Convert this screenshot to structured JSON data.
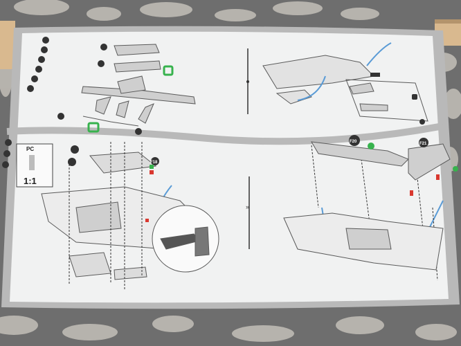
{
  "photo_subject": "model-kit-instruction-sheet-photo",
  "colors": {
    "tablecloth": "#6e6e6e",
    "tablecloth_pattern": "#cfcac2",
    "paper": "#f1f2f2",
    "paper_border": "#b9b9b9",
    "line_art": "#5a5a5a",
    "part_fill": "#cfcfcf",
    "accent_green": "#37b24d",
    "accent_red": "#d9382f",
    "accent_blue": "#5a9bd6",
    "wood": "#d9b98f"
  },
  "top_panel": {
    "left_steps": [],
    "right_steps": []
  },
  "bottom_panel": {
    "left_step": {
      "step_number": "",
      "label_pc": "PC",
      "scale_label": "1:1",
      "part_code_left": "F18"
    },
    "right_step": {
      "part_code_left": "F20",
      "part_code_right": "F21"
    }
  },
  "icons": [
    "arrow-icon",
    "part-number-icon",
    "green-sticker-icon",
    "red-sticker-icon",
    "blue-wire-icon"
  ]
}
